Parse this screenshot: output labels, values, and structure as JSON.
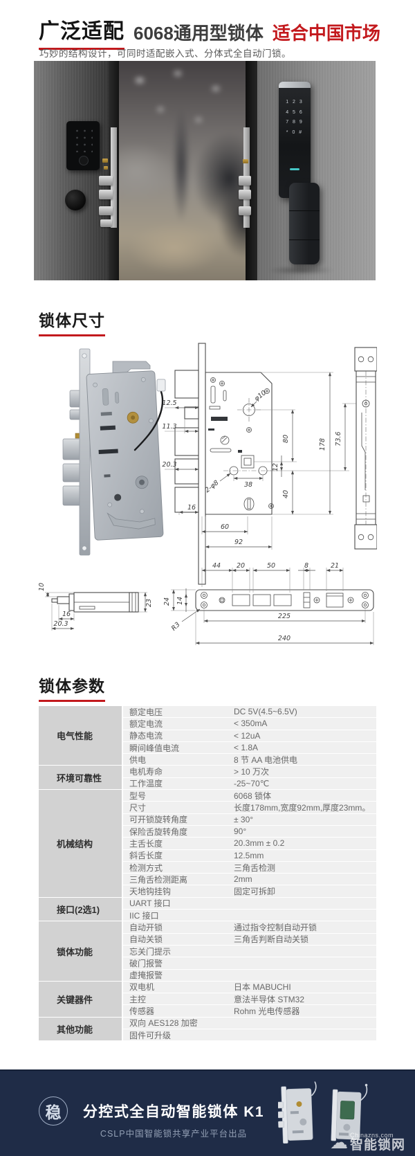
{
  "header": {
    "badge": "广泛适配",
    "title": "6068通用型锁体",
    "highlight": "适合中国市场",
    "subtitle": "巧妙的结构设计，可同时适配嵌入式、分体式全自动门锁。",
    "accent_color": "#c3191d"
  },
  "hero": {
    "keypad_rows": [
      "1 2 3",
      "4 5 6",
      "7 8 9",
      "* 0 #"
    ]
  },
  "sections": {
    "dimensions_title": "锁体尺寸",
    "params_title": "锁体参数"
  },
  "drawing": {
    "labels": {
      "d125": "12.5",
      "d113": "11.3",
      "d203": "20.3",
      "d16": "16",
      "phi10": "φ10",
      "phi8": "2-φ8",
      "d38": "38",
      "d60": "60",
      "d92": "92",
      "d80": "80",
      "d12": "12",
      "d40": "40",
      "d178": "178",
      "d736": "73.6",
      "s10": "10",
      "s16": "16",
      "s203": "20.3",
      "s23": "23",
      "b24": "24",
      "b14": "14",
      "b44": "44",
      "b20": "20",
      "b50": "50",
      "b8": "8",
      "b21": "21",
      "r3": "R3",
      "b225": "225",
      "b240": "240"
    }
  },
  "spec_table": {
    "groups": [
      {
        "name": "电气性能",
        "rows": [
          [
            "额定电压",
            "DC 5V(4.5~6.5V)"
          ],
          [
            "额定电流",
            "< 350mA"
          ],
          [
            "静态电流",
            "< 12uA"
          ],
          [
            "瞬间峰值电流",
            "< 1.8A"
          ],
          [
            "供电",
            "8 节 AA 电池供电"
          ]
        ]
      },
      {
        "name": "环境可靠性",
        "rows": [
          [
            "电机寿命",
            "> 10 万次"
          ],
          [
            "工作温度",
            "-25~70℃"
          ]
        ]
      },
      {
        "name": "机械结构",
        "rows": [
          [
            "型号",
            "6068 锁体"
          ],
          [
            "尺寸",
            "长度178mm,宽度92mm,厚度23mm。"
          ],
          [
            "可开锁旋转角度",
            "± 30°"
          ],
          [
            "保险舌旋转角度",
            "90°"
          ],
          [
            "主舌长度",
            "20.3mm ± 0.2"
          ],
          [
            "斜舌长度",
            "12.5mm"
          ],
          [
            "检测方式",
            "三角舌检测"
          ],
          [
            "三角舌检测距离",
            "2mm"
          ],
          [
            "天地钩挂钩",
            "固定可拆卸"
          ]
        ]
      },
      {
        "name": "接口(2选1)",
        "rows": [
          [
            "UART 接口",
            ""
          ],
          [
            "IIC 接口",
            ""
          ]
        ]
      },
      {
        "name": "锁体功能",
        "rows": [
          [
            "自动开锁",
            "通过指令控制自动开锁"
          ],
          [
            "自动关锁",
            "三角舌判断自动关锁"
          ],
          [
            "忘关门提示",
            ""
          ],
          [
            "破门报警",
            ""
          ],
          [
            "虚掩报警",
            ""
          ]
        ]
      },
      {
        "name": "关键器件",
        "rows": [
          [
            "双电机",
            "日本 MABUCHI"
          ],
          [
            "主控",
            "意法半导体 STM32"
          ],
          [
            "传感器",
            "Rohm 光电传感器"
          ]
        ]
      },
      {
        "name": "其他功能",
        "rows": [
          [
            "双向 AES128 加密",
            ""
          ],
          [
            "固件可升级",
            ""
          ]
        ]
      }
    ]
  },
  "footer": {
    "badge_char": "稳",
    "title": "分控式全自动智能锁体 K1",
    "subtitle": "CSLP中国智能锁共享产业平台出品",
    "watermark_small": "Chinazns.com",
    "watermark_large": "智能锁网",
    "bg_color": "#1f2c47"
  }
}
